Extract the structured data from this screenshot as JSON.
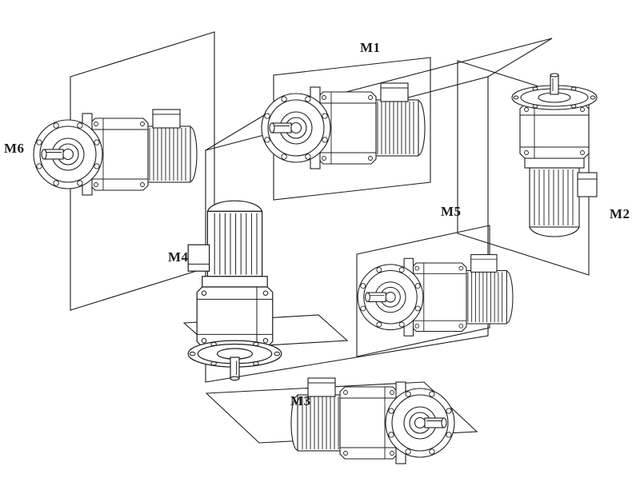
{
  "diagram": {
    "positions": [
      {
        "id": "m1",
        "label": "M1"
      },
      {
        "id": "m2",
        "label": "M2"
      },
      {
        "id": "m3",
        "label": "M3"
      },
      {
        "id": "m4",
        "label": "M4"
      },
      {
        "id": "m5",
        "label": "M5"
      },
      {
        "id": "m6",
        "label": "M6"
      }
    ]
  },
  "colors": {
    "line": "#1c1c1c",
    "background": "#ffffff"
  }
}
